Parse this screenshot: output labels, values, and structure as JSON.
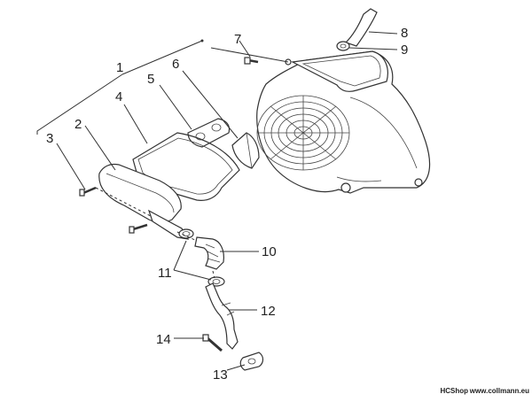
{
  "diagram": {
    "callouts": [
      "1",
      "2",
      "3",
      "4",
      "5",
      "6",
      "7",
      "8",
      "9",
      "10",
      "11",
      "12",
      "13",
      "14"
    ],
    "credit_brand": "HCShop",
    "credit_url": "www.collmann.eu"
  }
}
